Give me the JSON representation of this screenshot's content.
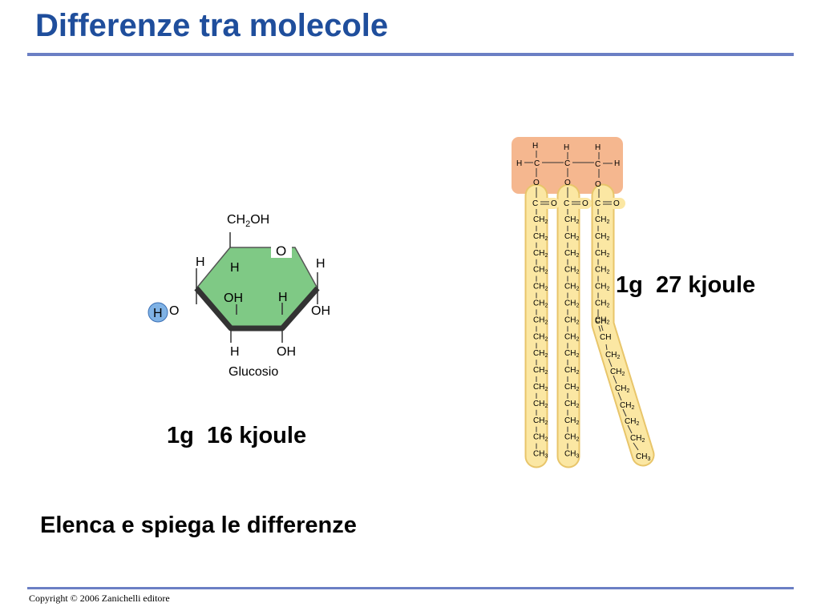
{
  "slide": {
    "title": "Differenze tra molecole",
    "copyright": "Copyright © 2006 Zanichelli editore"
  },
  "glucose": {
    "name": "Glucosio",
    "ch2oh": [
      "CH",
      "2",
      "OH"
    ],
    "ring_oxygen": "O",
    "atoms": {
      "h_left_top": "H",
      "h_right_top": "H",
      "h_inner_top": "H",
      "oh_inner": "OH",
      "h_inner_right": "H",
      "h_highlight": "H",
      "o_left": "O",
      "oh_right": "OH",
      "h_bottom": "H",
      "oh_bottom": "OH"
    },
    "energy": "1g  16 kjoule"
  },
  "fat": {
    "glycerol_h": "H",
    "glycerol_c": "C",
    "glycerol_o": "O",
    "carbonyl_c": "C",
    "carbonyl_o": "O",
    "ch2": [
      "CH",
      "2"
    ],
    "ch3": [
      "CH",
      "3"
    ],
    "ch": "CH",
    "energy": "1g  27 kjoule"
  },
  "task": "Elenca e spiega le differenze",
  "colors": {
    "title": "#1f4e9c",
    "rule": "#6b7fc4",
    "glycerol_box": "#f5b78f",
    "fatty_acid": "#fbe7a3",
    "glucose_ring": "#7fc985",
    "highlight": "#7fb2e5"
  }
}
